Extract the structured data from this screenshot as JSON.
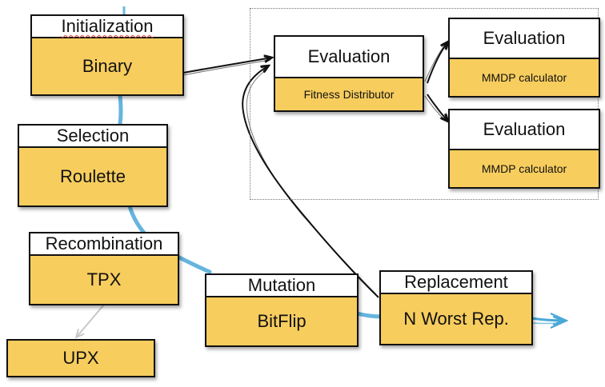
{
  "colors": {
    "operator_fill": "#f7cd5e",
    "flow_blue": "#4aa8d8",
    "alt_grey": "#c8c8c8",
    "ink": "#111111"
  },
  "nodes": {
    "initialization": {
      "title": "Initialization",
      "value": "Binary"
    },
    "selection": {
      "title": "Selection",
      "value": "Roulette"
    },
    "recombination": {
      "title": "Recombination",
      "value": "TPX"
    },
    "upx": {
      "value": "UPX"
    },
    "mutation": {
      "title": "Mutation",
      "value": "BitFlip"
    },
    "replacement": {
      "title": "Replacement",
      "value": "N Worst Rep."
    },
    "evaluation_main": {
      "title": "Evaluation",
      "value": "Fitness Distributor"
    },
    "evaluation_worker_1": {
      "title": "Evaluation",
      "value": "MMDP calculator"
    },
    "evaluation_worker_2": {
      "title": "Evaluation",
      "value": "MMDP calculator"
    }
  },
  "edges": [
    {
      "from": "initialization",
      "to": "evaluation_main",
      "style": "hand-drawn black arrow"
    },
    {
      "from": "evaluation_main",
      "to": "evaluation_worker_1",
      "style": "hand-drawn black arrow"
    },
    {
      "from": "evaluation_main",
      "to": "evaluation_worker_2",
      "style": "hand-drawn black arrow"
    },
    {
      "from": "replacement",
      "to": "evaluation_main",
      "style": "hand-drawn black arrow"
    },
    {
      "from": "recombination",
      "to": "upx",
      "style": "grey alternative arrow"
    },
    {
      "from": "initialization",
      "to": "replacement",
      "style": "blue flow line through selection, recombination, mutation"
    },
    {
      "from": "replacement",
      "to": "outside",
      "style": "blue outgoing arrow"
    }
  ]
}
